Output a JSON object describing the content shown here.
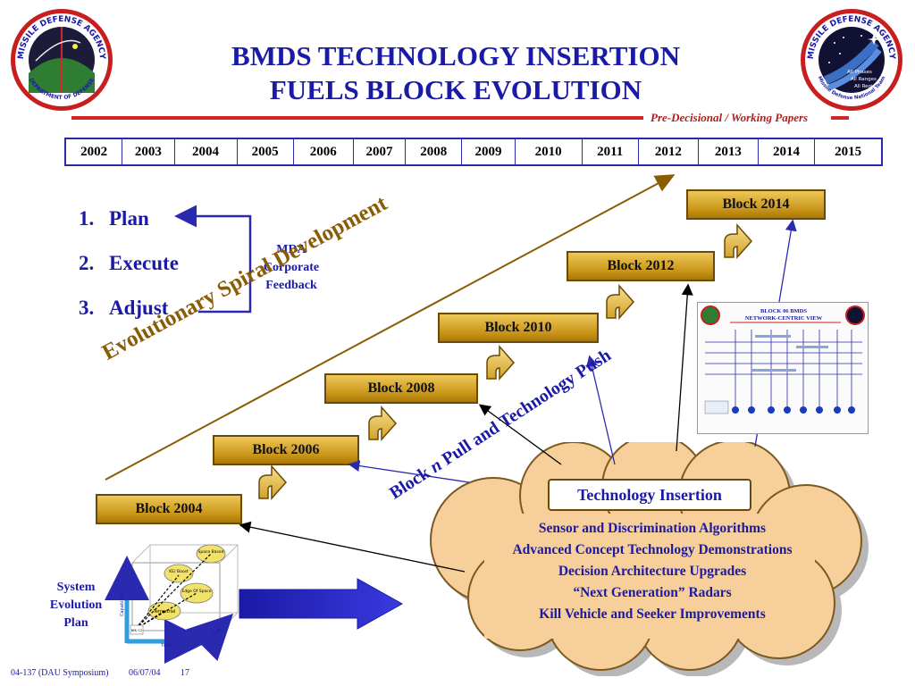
{
  "header": {
    "title_line1": "BMDS TECHNOLOGY INSERTION",
    "title_line2": "FUELS BLOCK EVOLUTION",
    "marking": "Pre-Decisional / Working Papers"
  },
  "seals": {
    "left": {
      "top_text": "MISSILE DEFENSE AGENCY",
      "bottom_text": "DEPARTMENT OF DEFENSE"
    },
    "right": {
      "top_text": "MISSILE DEFENSE AGENCY",
      "bottom_text": "Missile Defense National Team",
      "band_1": "All Phases",
      "band_2": "All Ranges",
      "band_3": "All Regions"
    }
  },
  "timeline": {
    "years": [
      "2002",
      "2003",
      "2004",
      "2005",
      "2006",
      "2007",
      "2008",
      "2009",
      "2010",
      "2011",
      "2012",
      "2013",
      "2014",
      "2015"
    ]
  },
  "process": {
    "items": [
      {
        "num": "1.",
        "label": "Plan"
      },
      {
        "num": "2.",
        "label": "Execute"
      },
      {
        "num": "3.",
        "label": "Adjust"
      }
    ],
    "feedback_line1": "MDA",
    "feedback_line2": "Corporate",
    "feedback_line3": "Feedback"
  },
  "blocks": [
    "Block 2004",
    "Block 2006",
    "Block 2008",
    "Block 2010",
    "Block 2012",
    "Block 2014"
  ],
  "labels": {
    "spiral": "Evolutionary Spiral Development",
    "push_prefix": "Block ",
    "push_n": "n",
    "push_suffix": " Pull and Technology Push"
  },
  "technology_insertion": {
    "title": "Technology Insertion",
    "items": [
      "Sensor and Discrimination Algorithms",
      "Advanced Concept Technology Demonstrations",
      "Decision Architecture Upgrades",
      "“Next Generation” Radars",
      "Kill Vehicle and Seeker Improvements"
    ]
  },
  "system_plan": {
    "line1": "System",
    "line2": "Evolution",
    "line3": "Plan",
    "cube": {
      "axis_capability": "Capability",
      "axis_time": "Time",
      "axis_cost": "Cost",
      "node_kei": "KE/ Boost",
      "node_space": "Space Based",
      "node_edge": "Edge Of Space",
      "node_terrestrial": "Terrestrial",
      "node_origin": "BM/ C2"
    }
  },
  "doc_thumbnail": {
    "title_line1": "BLOCK 06 BMDS",
    "title_line2": "NETWORK-CENTRIC VIEW"
  },
  "footer": {
    "doc_id": "04-137  (DAU Symposium)",
    "date": "06/07/04",
    "page": "17"
  },
  "colors": {
    "title_blue": "#1a1aa6",
    "rule_red": "#d42626",
    "block_gold": "#c89417",
    "cloud": "#f7cf9a",
    "spiral_brown": "#8a5c05"
  }
}
